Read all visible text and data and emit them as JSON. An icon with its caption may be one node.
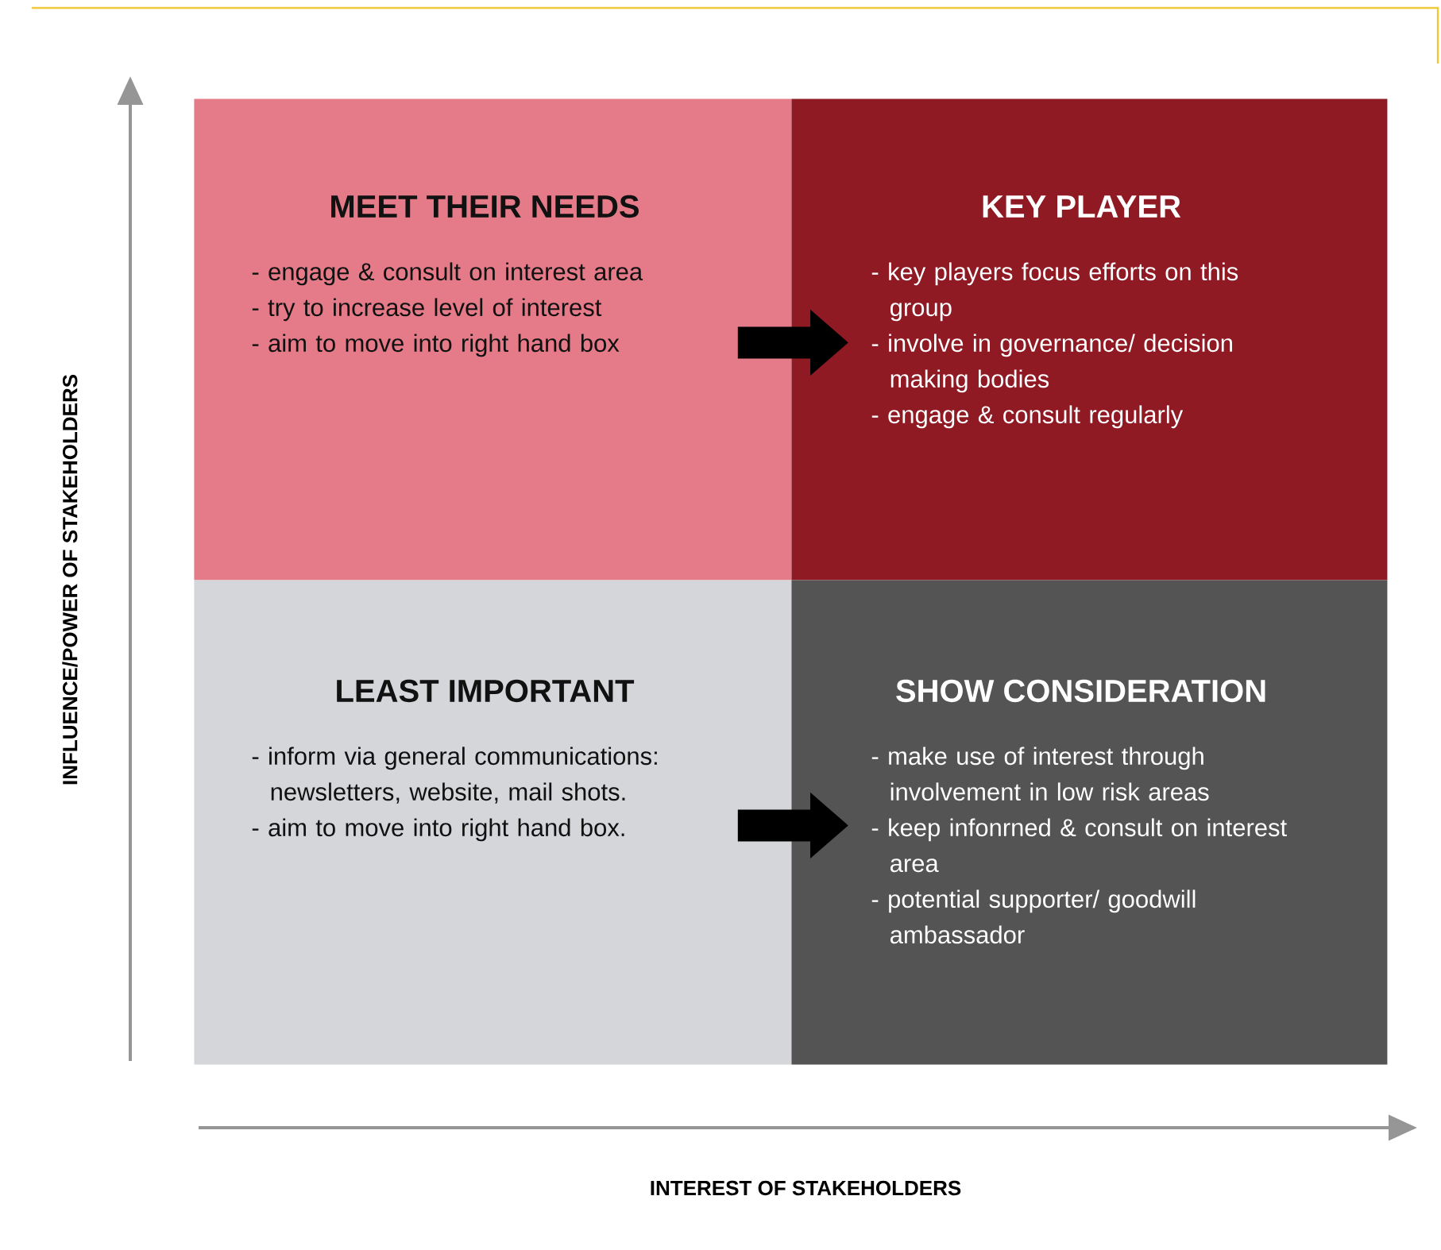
{
  "diagram": {
    "nodes": [
      {
        "text": [
          "MEET THEIR NEEDS",
          "- engage & consult on interest area",
          "- try to increase level of interest",
          "- aim to move into right hand box"
        ]
      },
      {
        "text": [
          "KEY PLAYER",
          "- key players focus efforts on this group",
          "- involve in governance/ decision making bodies",
          "- engage & consult regularly"
        ]
      },
      {
        "text": [
          "LEAST IMPORTANT",
          "- inform via general communications: newsletters, website, mail shots.",
          "- aim to move into right hand box."
        ]
      },
      {
        "text": [
          "SHOW CONSIDERATION",
          "- make use of interest through involvement in low risk areas",
          "- keep infonrned & consult on interest area",
          "- potential supporter/ goodwill ambassador"
        ]
      }
    ],
    "edges": [
      {
        "from": 0,
        "to": 1,
        "arrow": "to"
      },
      {
        "from": 2,
        "to": 3,
        "arrow": "to"
      }
    ],
    "labels": [
      "INFLUENCE/POWER OF STAKEHOLDERS",
      "INTEREST OF STAKEHOLDERS"
    ]
  }
}
